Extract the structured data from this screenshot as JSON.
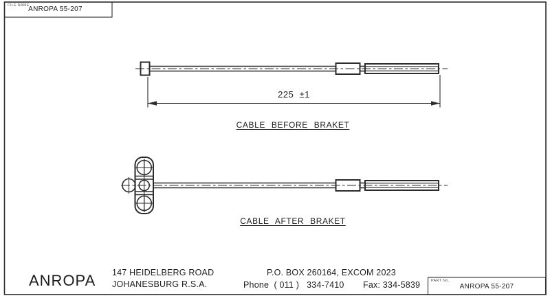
{
  "title_block": {
    "file_name_label": "FILE NAME",
    "file_name_value": "ANROPA 55-207"
  },
  "drawing": {
    "dimension_label": "225  ±1",
    "before_label": "CABLE BEFORE BRAKET",
    "after_label": "CABLE AFTER BRAKET"
  },
  "footer": {
    "company_name": "ANROPA",
    "address_line1": "147 HEIDELBERG ROAD",
    "address_line2": "JOHANESBURG R.S.A.",
    "po_box": "P.O. BOX 260164, EXCOM 2023",
    "phone": "Phone  ( 011 )   334-7410",
    "fax": "Fax: 334-5839",
    "part_no_label": "PART No.",
    "part_no_value": "ANROPA 55-207"
  },
  "colors": {
    "line": "#2b2b2b",
    "background": "#ffffff"
  }
}
